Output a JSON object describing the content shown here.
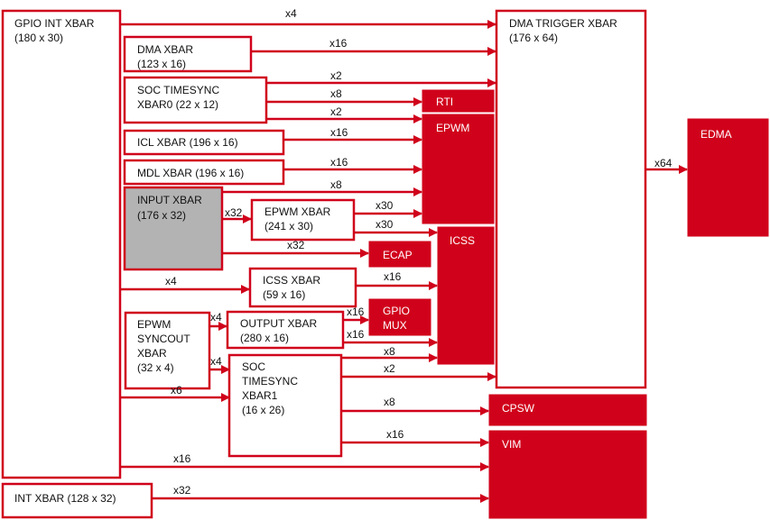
{
  "blocks": {
    "gpio_int_xbar": [
      "GPIO INT XBAR",
      "(180 x 30)"
    ],
    "dma_xbar": [
      "DMA XBAR",
      "(123 x 16)"
    ],
    "soc_timesync_xbar0": [
      "SOC TIMESYNC",
      "XBAR0 (22 x 12)"
    ],
    "icl_xbar": [
      "ICL XBAR (196 x 16)"
    ],
    "mdl_xbar": [
      "MDL XBAR (196 x 16)"
    ],
    "input_xbar": [
      "INPUT XBAR",
      "(176 x 32)"
    ],
    "epwm_xbar": [
      "EPWM XBAR",
      "(241 x 30)"
    ],
    "icss_xbar": [
      "ICSS XBAR",
      "(59 x 16)"
    ],
    "epwm_syncout_xbar": [
      "EPWM",
      "SYNCOUT",
      "XBAR",
      "(32 x 4)"
    ],
    "output_xbar": [
      "OUTPUT XBAR",
      "(280 x 16)"
    ],
    "soc_timesync_xbar1": [
      "SOC",
      "TIMESYNC",
      "XBAR1",
      "(16 x 26)"
    ],
    "int_xbar": [
      "INT XBAR (128 x 32)"
    ],
    "dma_trigger_xbar": [
      "DMA TRIGGER XBAR",
      "(176 x 64)"
    ],
    "rti": [
      "RTI"
    ],
    "epwm": [
      "EPWM"
    ],
    "ecap": [
      "ECAP"
    ],
    "icss": [
      "ICSS"
    ],
    "gpio_mux": [
      "GPIO",
      "MUX"
    ],
    "cpsw": [
      "CPSW"
    ],
    "vim": [
      "VIM"
    ],
    "edma": [
      "EDMA"
    ]
  },
  "connections": [
    {
      "id": "gpio-to-dmatrig",
      "count": "x4"
    },
    {
      "id": "dma-to-dmatrig",
      "count": "x16"
    },
    {
      "id": "ts0-to-dmatrig",
      "count": "x2"
    },
    {
      "id": "ts0-to-rti",
      "count": "x8"
    },
    {
      "id": "ts0-to-epwm",
      "count": "x2"
    },
    {
      "id": "icl-to-epwm",
      "count": "x16"
    },
    {
      "id": "mdl-to-epwm",
      "count": "x16"
    },
    {
      "id": "input-to-epwm",
      "count": "x8"
    },
    {
      "id": "input-to-epwmxbar",
      "count": "x32"
    },
    {
      "id": "epwmxbar-to-epwm",
      "count": "x30"
    },
    {
      "id": "epwmxbar-to-icss",
      "count": "x30"
    },
    {
      "id": "input-to-ecap",
      "count": "x32"
    },
    {
      "id": "gpio-to-icssxbar",
      "count": "x4"
    },
    {
      "id": "icssxbar-to-icss",
      "count": "x16"
    },
    {
      "id": "syncout-to-outputxbar",
      "count": "x4"
    },
    {
      "id": "syncout-to-ts1",
      "count": "x4"
    },
    {
      "id": "outputxbar-to-gpiomux",
      "count": "x16"
    },
    {
      "id": "outputxbar-to-icss",
      "count": "x16"
    },
    {
      "id": "ts1-to-icss",
      "count": "x8"
    },
    {
      "id": "ts1-to-dmatrig",
      "count": "x2"
    },
    {
      "id": "gpio-to-ts1",
      "count": "x6"
    },
    {
      "id": "ts1-to-cpsw",
      "count": "x8"
    },
    {
      "id": "ts1-to-vim",
      "count": "x16"
    },
    {
      "id": "gpio-to-vim",
      "count": "x16"
    },
    {
      "id": "intxbar-to-vim",
      "count": "x32"
    },
    {
      "id": "dmatrig-to-edma",
      "count": "x64"
    }
  ]
}
